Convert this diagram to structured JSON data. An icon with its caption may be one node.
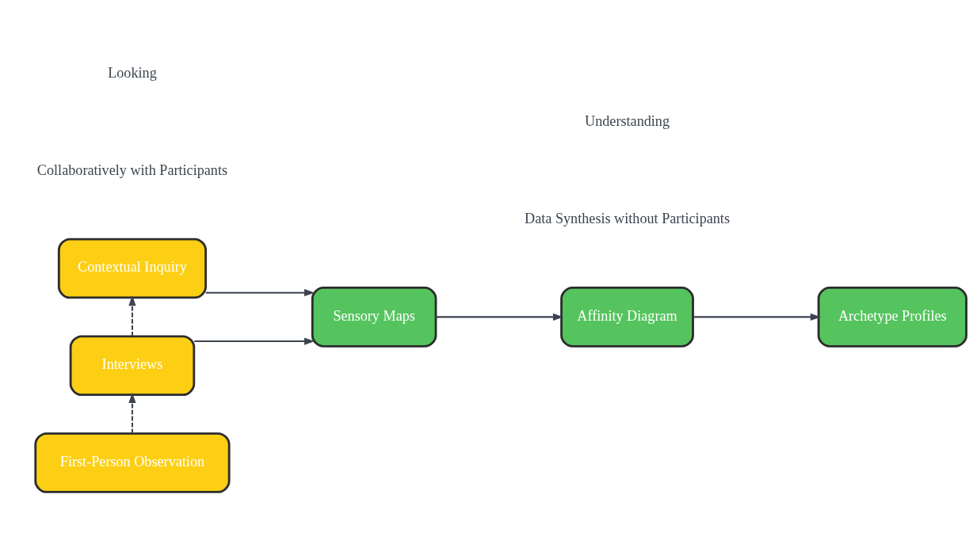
{
  "diagram": {
    "nodes": [
      {
        "text": [
          "Contextual Inquiry"
        ]
      },
      {
        "text": [
          "First-Person Observation"
        ]
      },
      {
        "text": [
          "Interviews"
        ]
      },
      {
        "text": [
          "Sensory Maps"
        ]
      },
      {
        "text": [
          "Affinity Diagram"
        ]
      },
      {
        "text": [
          "Archetype Profiles"
        ]
      }
    ],
    "edges": [
      {
        "from": 0,
        "to": 3,
        "arrow": "to"
      },
      {
        "from": 2,
        "to": 3,
        "arrow": "to"
      },
      {
        "from": 3,
        "to": 4,
        "arrow": "to"
      },
      {
        "from": 4,
        "to": 5,
        "arrow": "to"
      },
      {
        "from": 1,
        "to": 2,
        "arrow": "to",
        "style": "dashed"
      },
      {
        "from": 2,
        "to": 0,
        "arrow": "to",
        "style": "dashed"
      }
    ],
    "labels": [
      "Collaboratively with Participants",
      "Data Synthesis without Participants",
      "Looking",
      "Understanding"
    ]
  }
}
